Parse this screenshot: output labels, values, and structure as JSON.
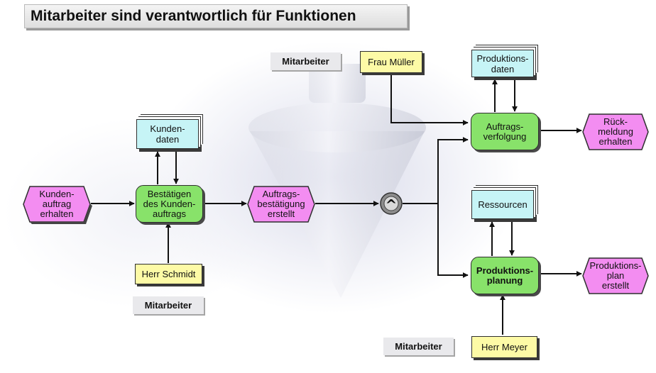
{
  "title": "Mitarbeiter sind verantwortlich für Funktionen",
  "org_label": "Mitarbeiter",
  "events": {
    "kundenauftrag_erhalten": "Kunden-\nauftrag\nerhalten",
    "auftragsbestaetigung_erstellt": "Auftrags-\nbestätigung\nerstellt",
    "rueckmeldung_erhalten": "Rück-\nmeldung\nerhalten",
    "produktionsplan_erstellt": "Produktions-\nplan\nerstellt"
  },
  "functions": {
    "bestaetigen": "Bestätigen\ndes Kunden-\nauftrags",
    "auftragsverfolgung": "Auftrags-\nverfolgung",
    "produktionsplanung": "Produktions-\nplanung"
  },
  "data_objects": {
    "kundendaten": "Kunden-\ndaten",
    "produktionsdaten": "Produktions-\ndaten",
    "ressourcen": "Ressourcen"
  },
  "persons": {
    "herr_schmidt": "Herr Schmidt",
    "frau_mueller": "Frau Müller",
    "herr_meyer": "Herr Meyer"
  },
  "connector_symbol": "^",
  "colors": {
    "function": "#88e26a",
    "event": "#f38df1",
    "data": "#c6f4f6",
    "person": "#fdfaa6",
    "org_label": "#e9e9ec"
  }
}
